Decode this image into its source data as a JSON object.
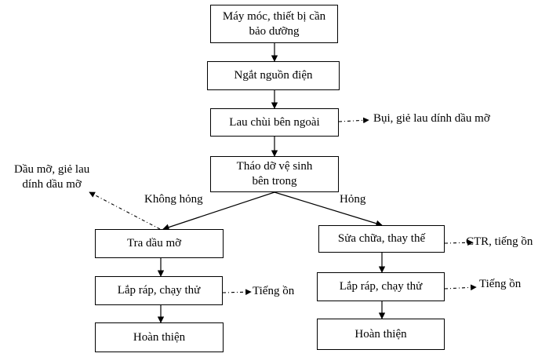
{
  "nodes": {
    "maintenance_equipment": "Máy móc, thiết bị cần\nbảo dưỡng",
    "power_off": "Ngắt nguồn điện",
    "external_cleaning": "Lau chùi bên ngoài",
    "disassembly": "Tháo dỡ vệ sinh\nbên trong",
    "lubrication": "Tra dầu mỡ",
    "assembly_left": "Lắp ráp, chạy thử",
    "finish_left": "Hoàn thiện",
    "repair": "Sửa chữa, thay thế",
    "assembly_right": "Lắp ráp, chạy thử",
    "finish_right": "Hoàn thiện"
  },
  "branches": {
    "not_broken": "Không hỏng",
    "broken": "Hỏng"
  },
  "outputs": {
    "dust_rags": "Bụi, giẻ lau dính dầu mỡ",
    "oil_rags": "Dầu mỡ, giẻ lau\ndính dầu mỡ",
    "noise_left": "Tiếng ồn",
    "solid_waste_noise": "CTR, tiếng ồn",
    "noise_right": "Tiếng ồn"
  }
}
